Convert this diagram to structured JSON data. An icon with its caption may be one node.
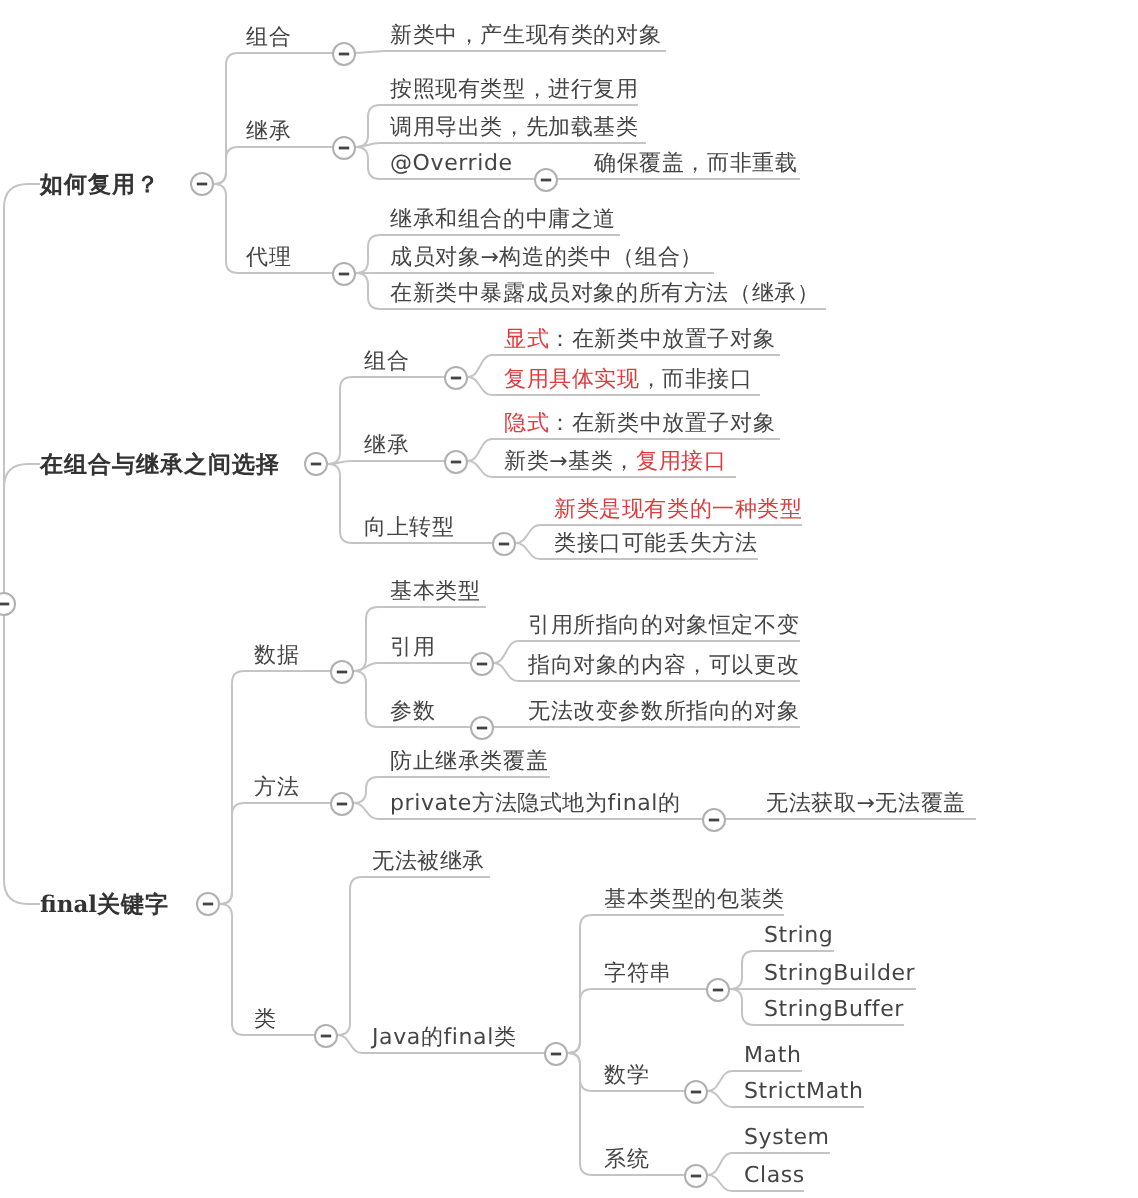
{
  "diagram": {
    "nodes": [
      {
        "text": [],
        "shape": "circle"
      },
      {
        "text": [
          "如何复用？"
        ]
      },
      {
        "text": [
          "组合"
        ]
      },
      {
        "text": [
          "新类中，产生现有类的对象"
        ]
      },
      {
        "text": [
          "继承"
        ]
      },
      {
        "text": [
          "按照现有类型，进行复用"
        ]
      },
      {
        "text": [
          "调用导出类，先加载基类"
        ]
      },
      {
        "text": [
          "@Override"
        ]
      },
      {
        "text": [
          "确保覆盖，而非重载"
        ]
      },
      {
        "text": [
          "代理"
        ]
      },
      {
        "text": [
          "继承和组合的中庸之道"
        ]
      },
      {
        "text": [
          "成员对象→构造的类中（组合）"
        ]
      },
      {
        "text": [
          "在新类中暴露成员对象的所有方法（继承）"
        ]
      },
      {
        "text": [
          "在组合与继承之间选择"
        ]
      },
      {
        "text": [
          "组合"
        ]
      },
      {
        "text": [
          "**显式**：在新类中放置子对象"
        ]
      },
      {
        "text": [
          "**复用具体实现**，而非接口"
        ]
      },
      {
        "text": [
          "继承"
        ]
      },
      {
        "text": [
          "**隐式**：在新类中放置子对象"
        ]
      },
      {
        "text": [
          "新类→基类，**复用接口**"
        ]
      },
      {
        "text": [
          "向上转型"
        ]
      },
      {
        "text": [
          "新类是现有类的一种类型"
        ]
      },
      {
        "text": [
          "类接口可能丢失方法"
        ]
      },
      {
        "text": [
          "final关键字"
        ]
      },
      {
        "text": [
          "数据"
        ]
      },
      {
        "text": [
          "基本类型"
        ]
      },
      {
        "text": [
          "引用"
        ]
      },
      {
        "text": [
          "引用所指向的对象恒定不变"
        ]
      },
      {
        "text": [
          "指向对象的内容，可以更改"
        ]
      },
      {
        "text": [
          "参数"
        ]
      },
      {
        "text": [
          "无法改变参数所指向的对象"
        ]
      },
      {
        "text": [
          "方法"
        ]
      },
      {
        "text": [
          "防止继承类覆盖"
        ]
      },
      {
        "text": [
          "private方法隐式地为final的"
        ]
      },
      {
        "text": [
          "无法获取→无法覆盖"
        ]
      },
      {
        "text": [
          "类"
        ]
      },
      {
        "text": [
          "无法被继承"
        ]
      },
      {
        "text": [
          "Java的final类"
        ]
      },
      {
        "text": [
          "基本类型的包装类"
        ]
      },
      {
        "text": [
          "字符串"
        ]
      },
      {
        "text": [
          "String"
        ]
      },
      {
        "text": [
          "StringBuilder"
        ]
      },
      {
        "text": [
          "StringBuffer"
        ]
      },
      {
        "text": [
          "数学"
        ]
      },
      {
        "text": [
          "Math"
        ]
      },
      {
        "text": [
          "StrictMath"
        ]
      },
      {
        "text": [
          "系统"
        ]
      },
      {
        "text": [
          "System"
        ]
      },
      {
        "text": [
          "Class"
        ]
      }
    ],
    "edges": [
      {
        "from": 0,
        "to": 1,
        "arrow": "none"
      },
      {
        "from": 0,
        "to": 13,
        "arrow": "none"
      },
      {
        "from": 0,
        "to": 23,
        "arrow": "none"
      },
      {
        "from": 1,
        "to": 2,
        "arrow": "none"
      },
      {
        "from": 1,
        "to": 4,
        "arrow": "none"
      },
      {
        "from": 1,
        "to": 9,
        "arrow": "none"
      },
      {
        "from": 2,
        "to": 3,
        "arrow": "none"
      },
      {
        "from": 4,
        "to": 5,
        "arrow": "none"
      },
      {
        "from": 4,
        "to": 6,
        "arrow": "none"
      },
      {
        "from": 4,
        "to": 7,
        "arrow": "none"
      },
      {
        "from": 7,
        "to": 8,
        "arrow": "none"
      },
      {
        "from": 9,
        "to": 10,
        "arrow": "none"
      },
      {
        "from": 9,
        "to": 11,
        "arrow": "none"
      },
      {
        "from": 9,
        "to": 12,
        "arrow": "none"
      },
      {
        "from": 13,
        "to": 14,
        "arrow": "none"
      },
      {
        "from": 13,
        "to": 17,
        "arrow": "none"
      },
      {
        "from": 13,
        "to": 20,
        "arrow": "none"
      },
      {
        "from": 14,
        "to": 15,
        "arrow": "none"
      },
      {
        "from": 14,
        "to": 16,
        "arrow": "none"
      },
      {
        "from": 17,
        "to": 18,
        "arrow": "none"
      },
      {
        "from": 17,
        "to": 19,
        "arrow": "none"
      },
      {
        "from": 20,
        "to": 21,
        "arrow": "none"
      },
      {
        "from": 20,
        "to": 22,
        "arrow": "none"
      },
      {
        "from": 23,
        "to": 24,
        "arrow": "none"
      },
      {
        "from": 23,
        "to": 31,
        "arrow": "none"
      },
      {
        "from": 23,
        "to": 35,
        "arrow": "none"
      },
      {
        "from": 24,
        "to": 25,
        "arrow": "none"
      },
      {
        "from": 24,
        "to": 26,
        "arrow": "none"
      },
      {
        "from": 24,
        "to": 29,
        "arrow": "none"
      },
      {
        "from": 26,
        "to": 27,
        "arrow": "none"
      },
      {
        "from": 26,
        "to": 28,
        "arrow": "none"
      },
      {
        "from": 29,
        "to": 30,
        "arrow": "none"
      },
      {
        "from": 31,
        "to": 32,
        "arrow": "none"
      },
      {
        "from": 31,
        "to": 33,
        "arrow": "none"
      },
      {
        "from": 33,
        "to": 34,
        "arrow": "none"
      },
      {
        "from": 35,
        "to": 36,
        "arrow": "none"
      },
      {
        "from": 35,
        "to": 37,
        "arrow": "none"
      },
      {
        "from": 37,
        "to": 38,
        "arrow": "none"
      },
      {
        "from": 37,
        "to": 39,
        "arrow": "none"
      },
      {
        "from": 37,
        "to": 43,
        "arrow": "none"
      },
      {
        "from": 37,
        "to": 46,
        "arrow": "none"
      },
      {
        "from": 39,
        "to": 40,
        "arrow": "none"
      },
      {
        "from": 39,
        "to": 41,
        "arrow": "none"
      },
      {
        "from": 39,
        "to": 42,
        "arrow": "none"
      },
      {
        "from": 43,
        "to": 44,
        "arrow": "none"
      },
      {
        "from": 43,
        "to": 45,
        "arrow": "none"
      },
      {
        "from": 46,
        "to": 47,
        "arrow": "none"
      },
      {
        "from": 46,
        "to": 48,
        "arrow": "none"
      }
    ]
  }
}
